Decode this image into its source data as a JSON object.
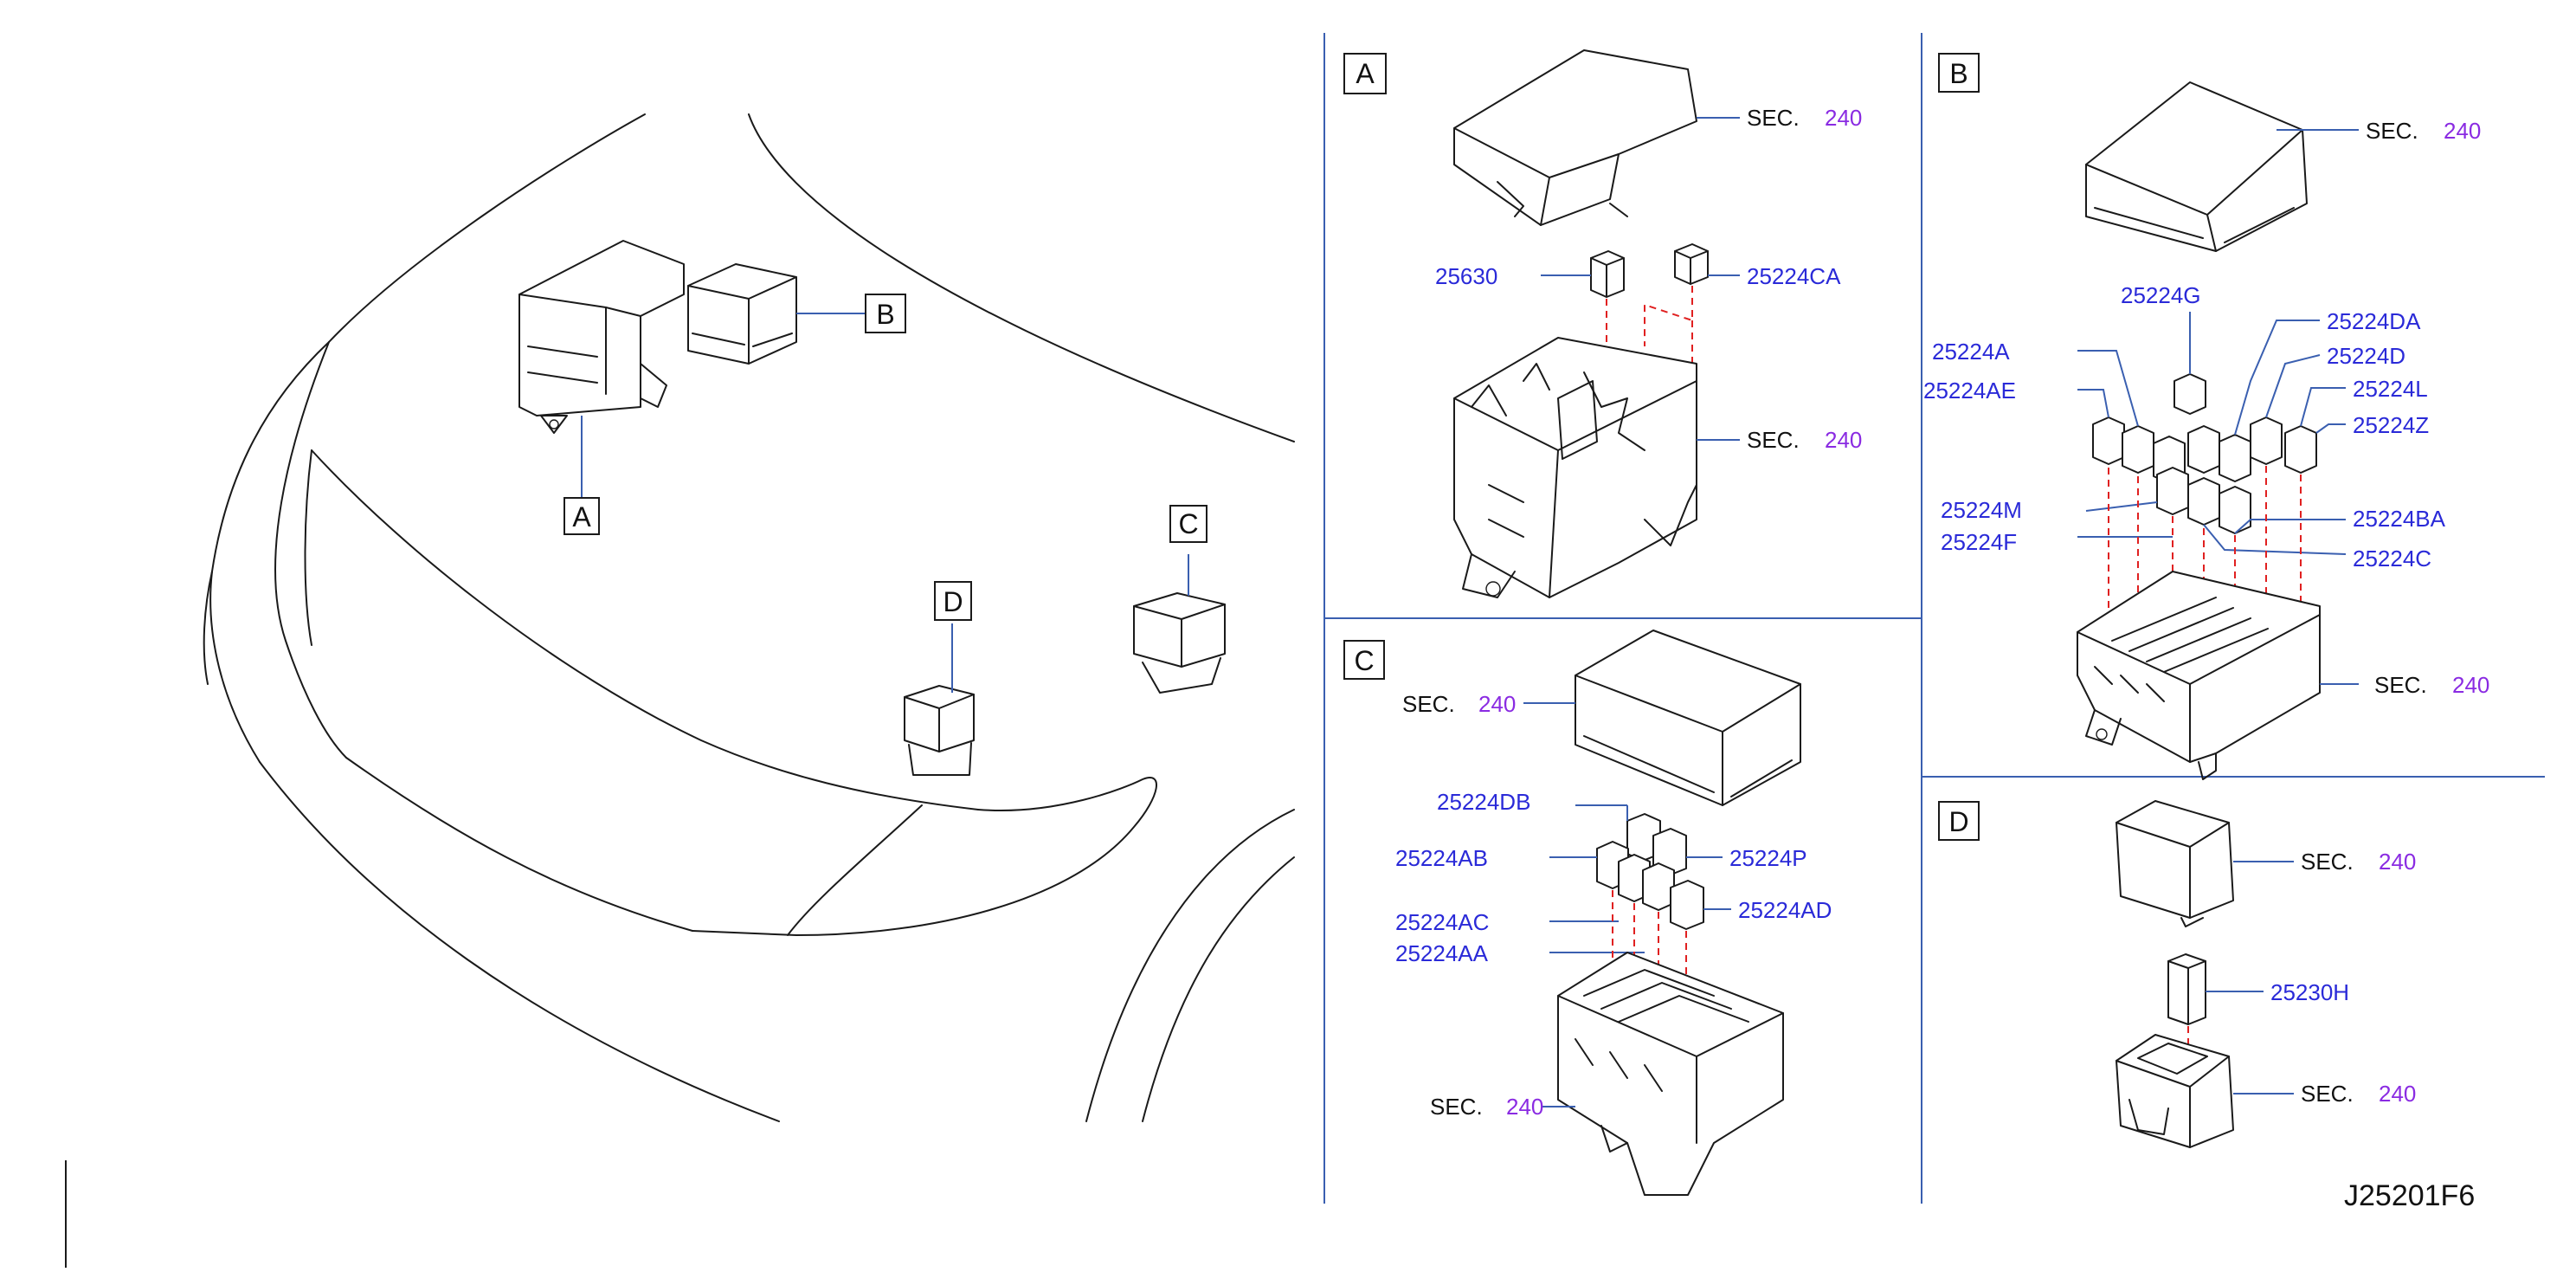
{
  "sections": {
    "overview": {
      "callouts": [
        "A",
        "B",
        "C",
        "D"
      ]
    },
    "A": {
      "letter": "A",
      "sec_prefix": "SEC.",
      "sec_number": "240",
      "parts": [
        "25630",
        "25224CA"
      ]
    },
    "B": {
      "letter": "B",
      "sec_prefix": "SEC.",
      "sec_number": "240",
      "parts": [
        "25224G",
        "25224DA",
        "25224A",
        "25224D",
        "25224AE",
        "25224L",
        "25224Z",
        "25224M",
        "25224BA",
        "25224F",
        "25224C"
      ]
    },
    "C": {
      "letter": "C",
      "sec_prefix": "SEC.",
      "sec_number": "240",
      "parts": [
        "25224DB",
        "25224AB",
        "25224P",
        "25224AC",
        "25224AD",
        "25224AA"
      ]
    },
    "D": {
      "letter": "D",
      "sec_prefix": "SEC.",
      "sec_number": "240",
      "parts": [
        "25230H"
      ]
    }
  },
  "drawing_id": "J25201F6",
  "colors": {
    "part_number": "#2a2ad8",
    "section_number": "#8a2be2",
    "leader_line": "#3a5fb0",
    "alignment_line": "#e02020",
    "line_art": "#1a1a1a"
  }
}
